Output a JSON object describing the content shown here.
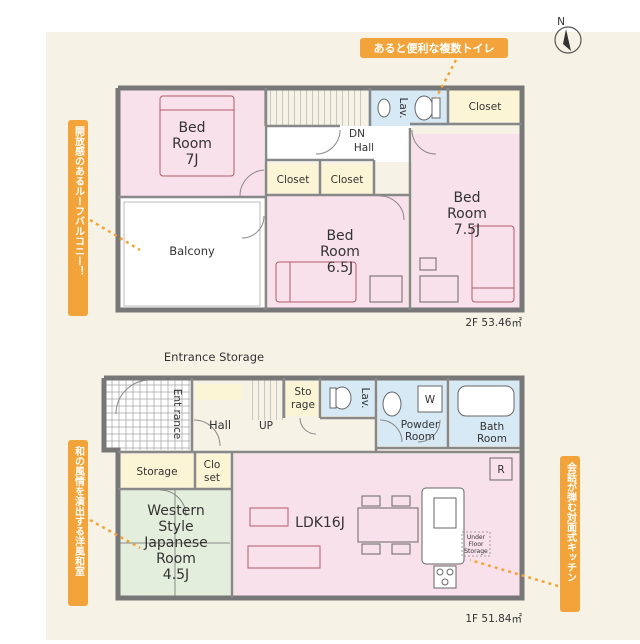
{
  "floor2": {
    "bed_7j": {
      "line1": "Bed",
      "line2": "Room",
      "line3": "7J"
    },
    "bed_65j": {
      "line1": "Bed",
      "line2": "Room",
      "line3": "6.5J"
    },
    "bed_75j": {
      "line1": "Bed",
      "line2": "Room",
      "line3": "7.5J"
    },
    "balcony": "Balcony",
    "closet_a": "Closet",
    "closet_b": "Closet",
    "closet_c": "Closet",
    "hall_dn": "DN",
    "hall": "Hall",
    "lav": "Lav.",
    "area": "2F 53.46㎡"
  },
  "floor1": {
    "entrance_storage": "Entrance Storage",
    "entrance": "Ent rance",
    "hall": "Hall",
    "up": "UP",
    "storage_small_1": "Sto",
    "storage_small_2": "rage",
    "lav": "Lav.",
    "washer": "W",
    "powder_1": "Powder",
    "powder_2": "Room",
    "bath_1": "Bath",
    "bath_2": "Room",
    "storage": "Storage",
    "closet_1": "Clo",
    "closet_2": "set",
    "japanese_1": "Western",
    "japanese_2": "Style",
    "japanese_3": "Japanese",
    "japanese_4": "Room",
    "japanese_5": "4.5J",
    "ldk": "LDK16J",
    "refrigerator": "R",
    "underfloor_1": "Under",
    "underfloor_2": "Floor",
    "underfloor_3": "Storage",
    "area": "1F 51.84㎡"
  },
  "callouts": {
    "toilet": "あると便利な複数トイレ",
    "balcony": "開放感のあるルーフバルコニー！",
    "japanese": "和の風情を演出する洋風和室",
    "kitchen": "会話が弾む対面式キッチン"
  },
  "compass": {
    "label": "N",
    "icon": "north-arrow-icon"
  },
  "colors": {
    "background": "#f6f3e6",
    "bedroom": "#f9e1ec",
    "wet_area": "#d6e9f5",
    "storage": "#fbf5d6",
    "tatami": "#e3efdc",
    "callout": "#f2a43a",
    "wall": "#777777"
  }
}
